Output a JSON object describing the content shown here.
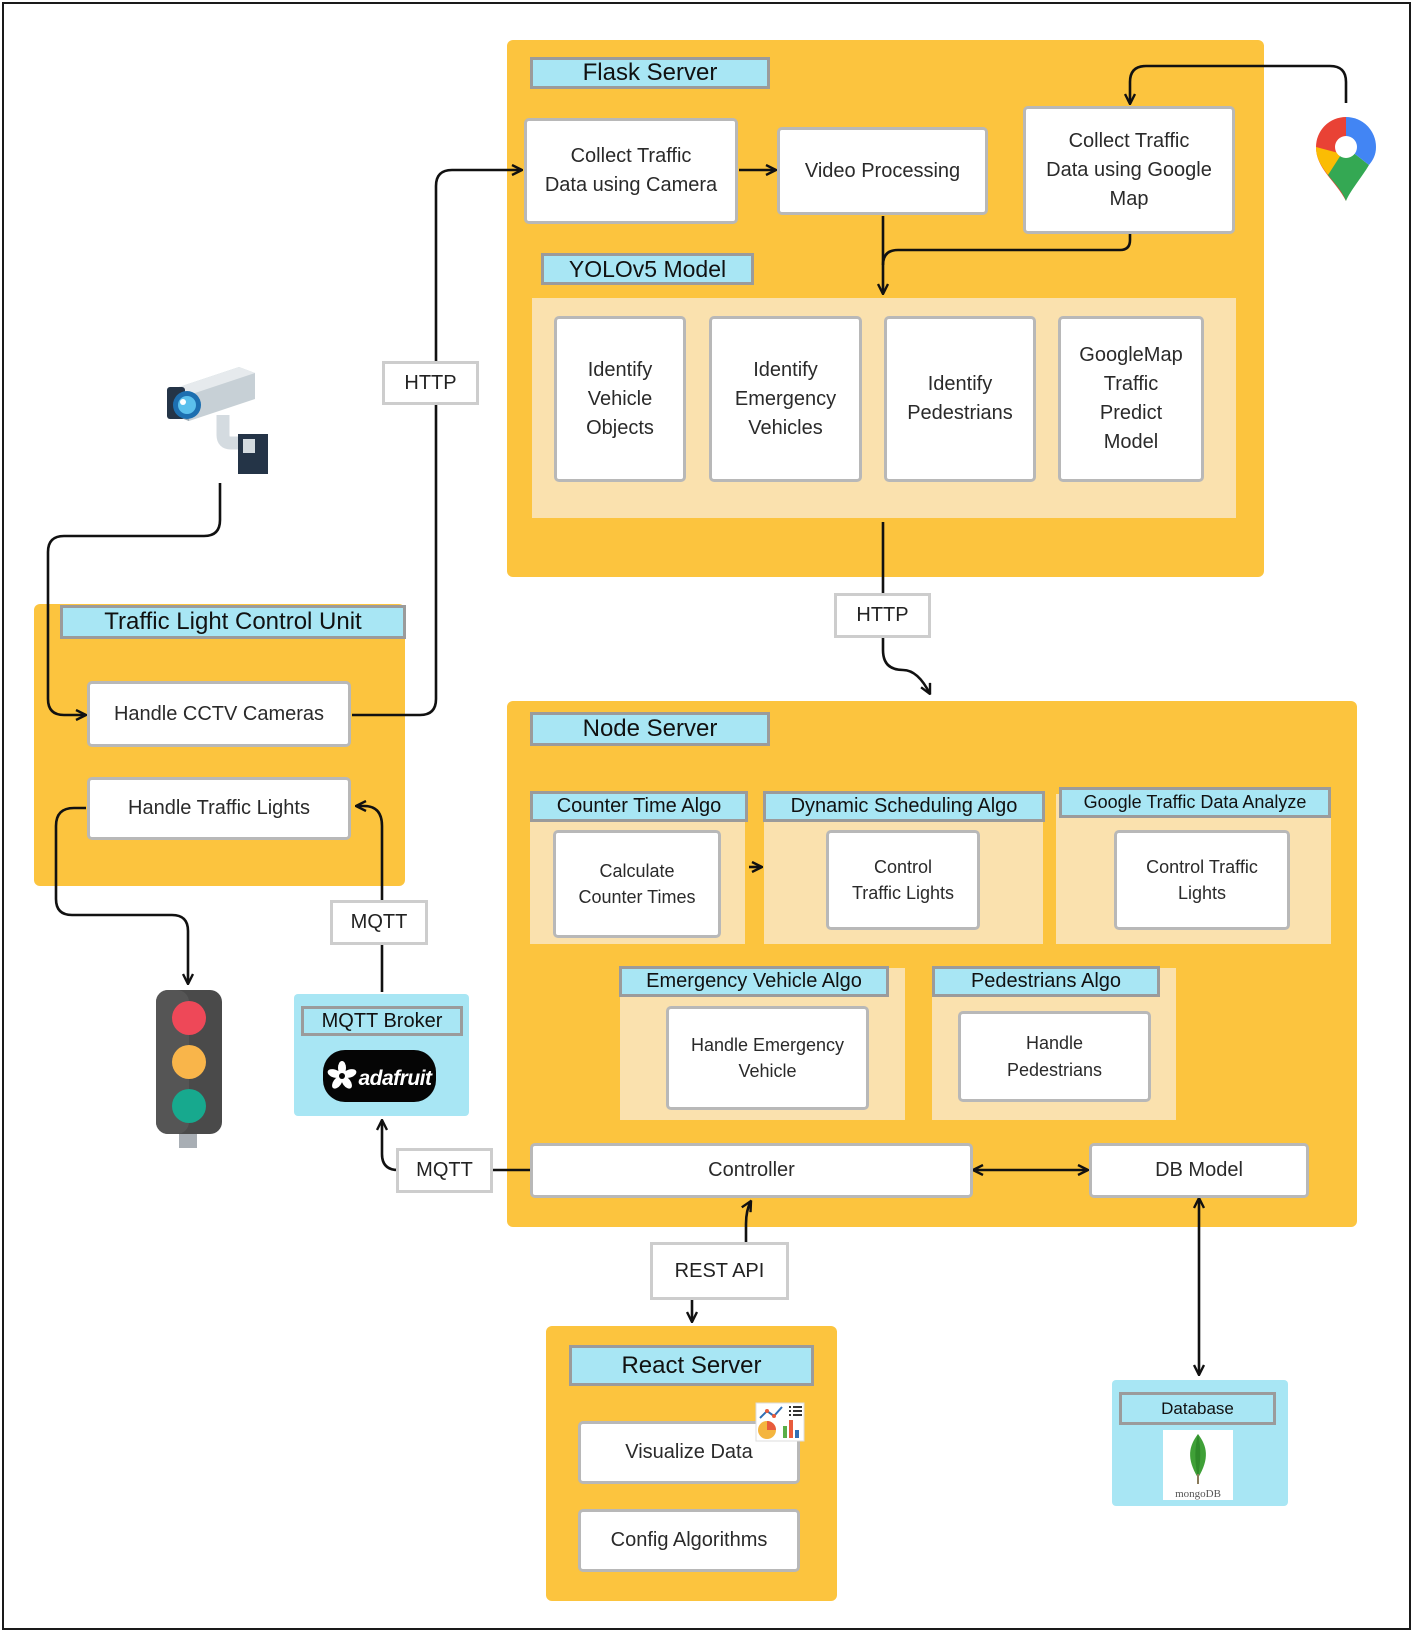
{
  "flask": {
    "title": "Flask Server",
    "collect_camera": "Collect Traffic\nData using Camera",
    "video_processing": "Video Processing",
    "collect_google": "Collect Traffic\nData using Google\nMap",
    "yolo_title": "YOLOv5 Model",
    "identify_vehicle": "Identify\nVehicle\nObjects",
    "identify_emergency": "Identify\nEmergency\nVehicles",
    "identify_pedestrians": "Identify\nPedestrians",
    "googlemap_model": "GoogleMap\nTraffic\nPredict\nModel"
  },
  "tlcu": {
    "title": "Traffic Light Control Unit",
    "handle_cctv": "Handle CCTV Cameras",
    "handle_lights": "Handle Traffic Lights"
  },
  "node": {
    "title": "Node Server",
    "counter_title": "Counter Time Algo",
    "counter_card": "Calculate\nCounter Times",
    "dynamic_title": "Dynamic Scheduling Algo",
    "dynamic_card": "Control\nTraffic Lights",
    "google_title": "Google Traffic Data Analyze",
    "google_card": "Control Traffic\nLights",
    "emergency_title": "Emergency Vehicle Algo",
    "emergency_card": "Handle Emergency\nVehicle",
    "pedestrians_title": "Pedestrians Algo",
    "pedestrians_card": "Handle\nPedestrians",
    "controller": "Controller",
    "db_model": "DB Model"
  },
  "mqtt_broker": {
    "title": "MQTT Broker",
    "logo_text": "adafruit"
  },
  "react": {
    "title": "React Server",
    "visualize": "Visualize Data",
    "config": "Config Algorithms"
  },
  "database": {
    "title": "Database",
    "logo_text": "mongoDB"
  },
  "connectors": {
    "http_left": "HTTP",
    "http_mid": "HTTP",
    "mqtt_up": "MQTT",
    "mqtt_bottom": "MQTT",
    "rest_api": "REST API"
  },
  "icons": [
    "cctv-camera-icon",
    "google-maps-pin-icon",
    "traffic-light-icon",
    "chart-icon",
    "adafruit-logo",
    "mongodb-logo"
  ],
  "colors": {
    "group": "#FCC43E",
    "subgroup": "#FAE1AE",
    "title_fill": "#A8E6F4",
    "storage_fill": "#A8E6F4"
  }
}
